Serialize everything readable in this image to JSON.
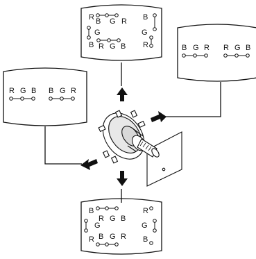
{
  "colors": {
    "ink": "#111111",
    "paper": "#ffffff",
    "shade": "#d9d9d9"
  },
  "panels": {
    "top": {
      "rows": [
        [
          "R",
          "B",
          "G",
          "R",
          "B"
        ],
        [
          "G",
          "",
          "",
          "",
          "G"
        ],
        [
          "B",
          "R",
          "G",
          "B",
          "R"
        ]
      ],
      "middle_row": [
        "B",
        "G",
        "R"
      ],
      "left_col": [
        "R",
        "G",
        "B"
      ],
      "right_col": [
        "B",
        "G",
        "R"
      ],
      "bottom_row": [
        "R",
        "G",
        "B"
      ]
    },
    "right": {
      "groups": [
        [
          "B",
          "G",
          "R"
        ],
        [
          "R",
          "G",
          "B"
        ]
      ]
    },
    "left": {
      "groups": [
        [
          "R",
          "G",
          "B"
        ],
        [
          "B",
          "G",
          "R"
        ]
      ]
    },
    "bottom": {
      "left_col": [
        "B",
        "G",
        "R"
      ],
      "top_row": [
        "R",
        "G",
        "B"
      ],
      "bottom_row": [
        "B",
        "G",
        "R"
      ],
      "right_col": [
        "R",
        "G",
        "B"
      ]
    }
  },
  "icons": [
    "arrow-up-icon",
    "arrow-right-icon",
    "arrow-down-left-icon",
    "arrow-down-icon"
  ]
}
